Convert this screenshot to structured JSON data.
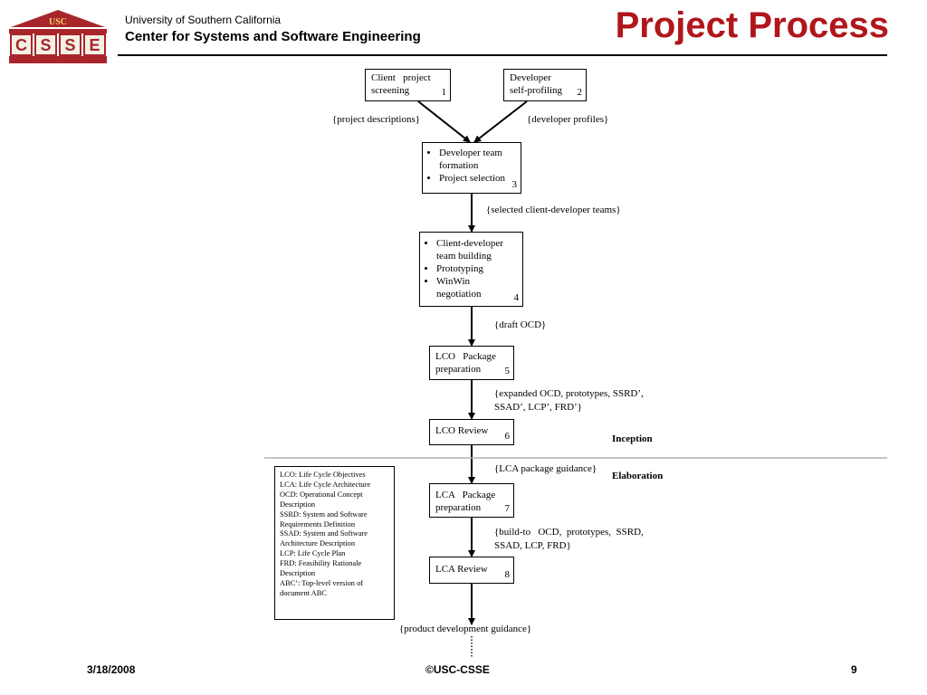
{
  "header": {
    "logo_text": "USC",
    "logo_letters": [
      "C",
      "S",
      "S",
      "E"
    ],
    "university": "University of Southern California",
    "center": "Center for Systems and Software Engineering",
    "title": "Project Process"
  },
  "diagram": {
    "boxes": {
      "b1": {
        "lines": [
          "Client   project",
          "screening"
        ],
        "num": "1"
      },
      "b2": {
        "lines": [
          "Developer",
          "self-profiling"
        ],
        "num": "2"
      },
      "b3": {
        "bullets": [
          "Developer team formation",
          "Project selection"
        ],
        "num": "3"
      },
      "b4": {
        "bullets": [
          "Client-developer team building",
          "Prototyping",
          "WinWin negotiation"
        ],
        "num": "4"
      },
      "b5": {
        "lines": [
          "LCO   Package",
          "preparation"
        ],
        "num": "5"
      },
      "b6": {
        "lines": [
          "LCO Review"
        ],
        "num": "6"
      },
      "b7": {
        "lines": [
          "LCA   Package",
          "preparation"
        ],
        "num": "7"
      },
      "b8": {
        "lines": [
          "LCA Review"
        ],
        "num": "8"
      }
    },
    "labels": {
      "project_descriptions": "{project descriptions}",
      "developer_profiles": "{developer profiles}",
      "selected_teams": "{selected client-developer teams}",
      "draft_ocd": "{draft OCD}",
      "expanded_1": "{expanded OCD, prototypes, SSRD’,",
      "expanded_2": "SSAD’, LCP’, FRD’}",
      "lca_guidance": "{LCA package guidance}",
      "build_to_1": "{build-to   OCD,  prototypes,  SSRD,",
      "build_to_2": "SSAD, LCP, FRD}",
      "product_guidance": "{product development guidance}"
    },
    "phases": {
      "inception": "Inception",
      "elaboration": "Elaboration"
    },
    "legend": [
      "LCO: Life Cycle Objectives",
      "LCA: Life Cycle Architecture",
      "OCD: Operational Concept Description",
      "SSRD: System and Software Requirements Definition",
      "SSAD: System and Software Architecture Description",
      "LCP: Life Cycle Plan",
      "FRD: Feasibility Rationale Description",
      "ABC’: Top-level version of document ABC"
    ]
  },
  "footer": {
    "date": "3/18/2008",
    "copyright": "©USC-CSSE",
    "page": "9"
  },
  "colors": {
    "title": "#b0161b",
    "logo_red": "#a8262b",
    "divider": "#b0b0b0"
  }
}
